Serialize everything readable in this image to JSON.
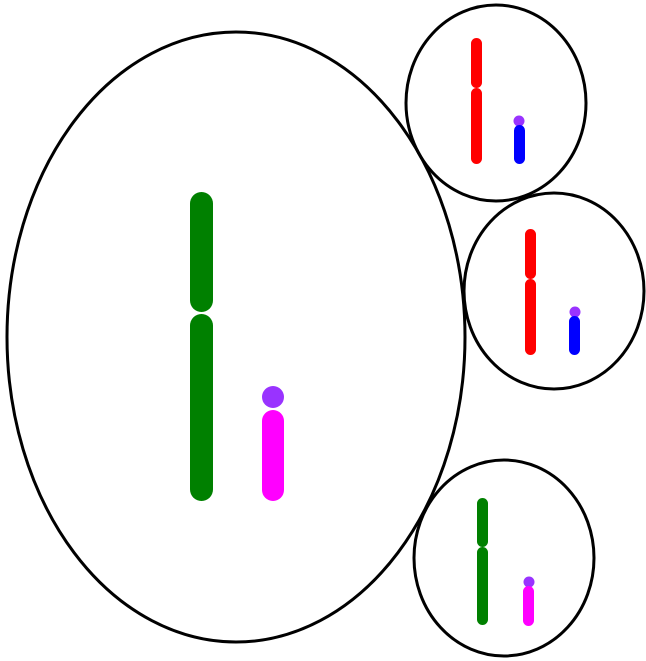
{
  "colors": {
    "background": "#ffffff",
    "cell_outline": "#000000",
    "green_chromosome": "#008000",
    "magenta_chromosome": "#ff00ff",
    "red_chromosome": "#ff0000",
    "blue_chromosome": "#0000ff",
    "satellite": "#9933ff"
  },
  "cells": [
    {
      "role": "parent-cell",
      "chromosome_pair": [
        "green",
        "magenta"
      ]
    },
    {
      "role": "daughter-cell-top",
      "chromosome_pair": [
        "red",
        "blue"
      ]
    },
    {
      "role": "daughter-cell-middle",
      "chromosome_pair": [
        "red",
        "blue"
      ]
    },
    {
      "role": "daughter-cell-bottom",
      "chromosome_pair": [
        "green",
        "magenta"
      ]
    }
  ]
}
